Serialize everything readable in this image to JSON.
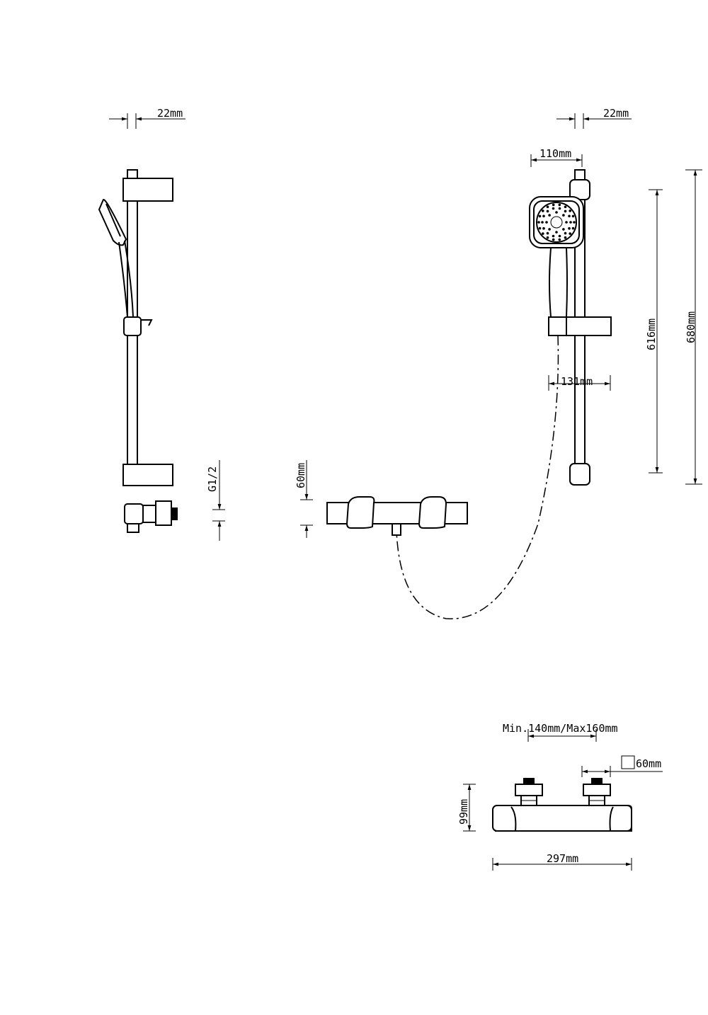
{
  "dimensions": {
    "side_rail_width": "22mm",
    "front_rail_width": "22mm",
    "head_width": "110mm",
    "holder_height_span": "616mm",
    "total_height": "680mm",
    "holder_projection": "131mm",
    "thread": "G1/2",
    "valve_depth": "60mm",
    "centers": "Min.140mm/Max160mm",
    "outlet_square": "60mm",
    "valve_height": "99mm",
    "valve_length": "297mm"
  },
  "colors": {
    "line": "#000000",
    "background": "#ffffff"
  }
}
